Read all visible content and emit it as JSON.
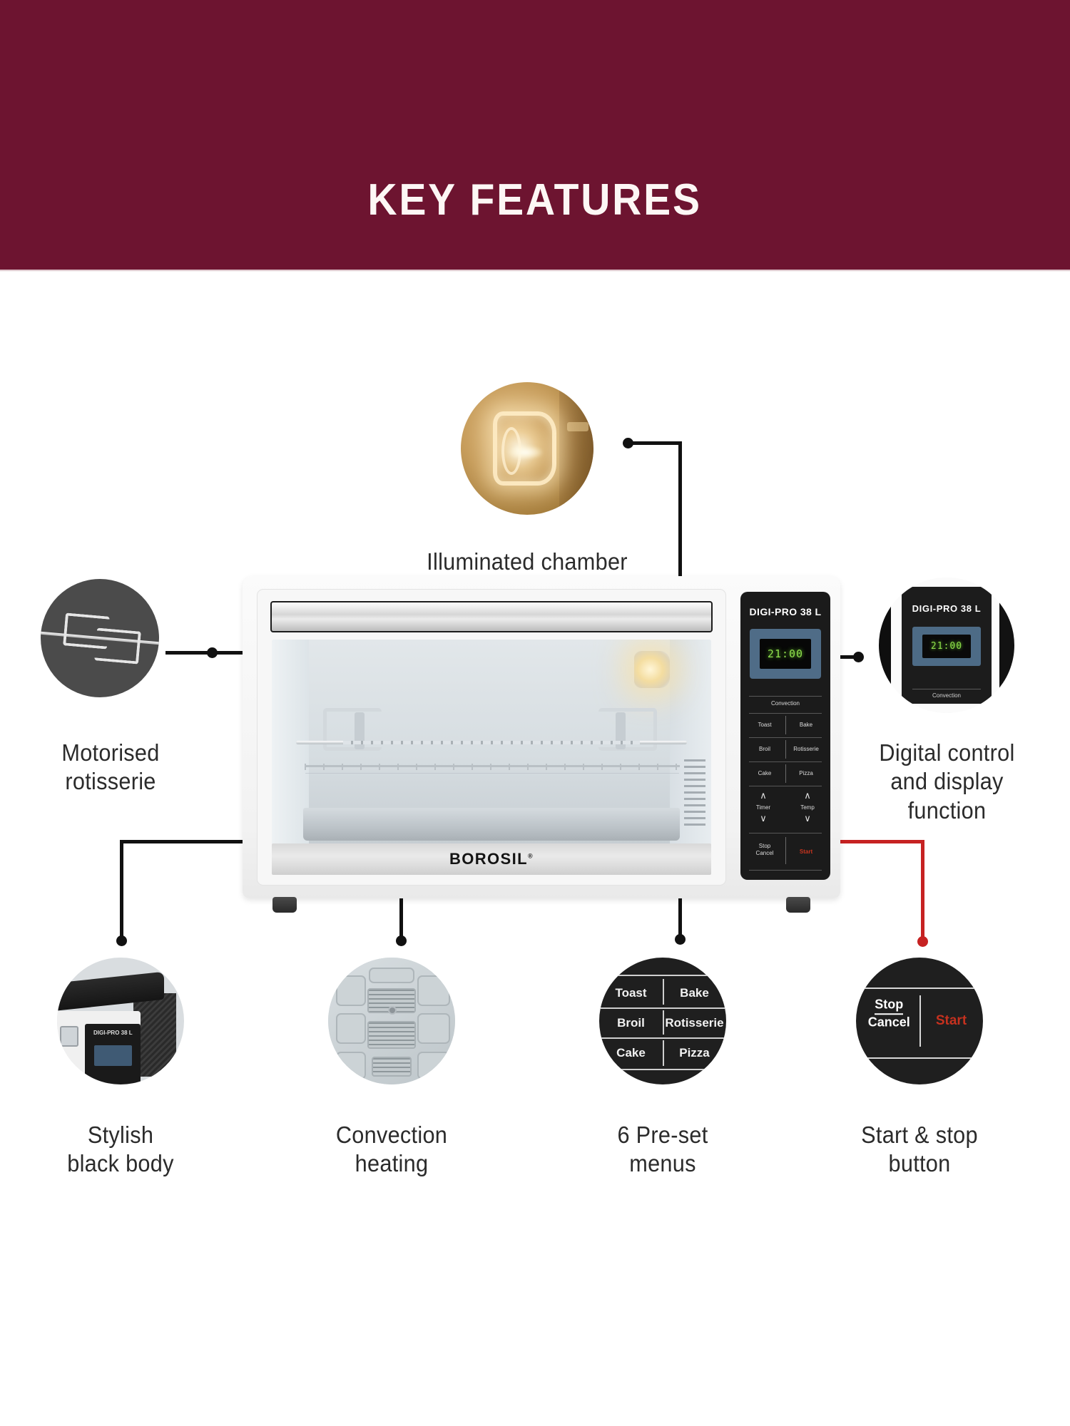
{
  "header": {
    "title": "KEY FEATURES",
    "bg_color": "#6d1430",
    "text_color": "#fdf7f5"
  },
  "product": {
    "brand": "BOROSIL",
    "brand_mark": "®",
    "model": "DIGI-PRO 38 L",
    "display_value": "21:00",
    "panel": {
      "convection": "Convection",
      "presets": [
        [
          "Toast",
          "Bake"
        ],
        [
          "Broil",
          "Rotisserie"
        ],
        [
          "Cake",
          "Pizza"
        ]
      ],
      "timer_label": "Timer",
      "temp_label": "Temp",
      "up_arrow": "∧",
      "down_arrow": "∨",
      "stop_line1": "Stop",
      "stop_line2": "Cancel",
      "start": "Start"
    }
  },
  "callouts": [
    {
      "id": "illuminated-chamber",
      "label": "Illuminated chamber",
      "icon": "oven-lamp-icon",
      "accent": "#111111"
    },
    {
      "id": "motorised-rotisserie",
      "label": "Motorised\nrotisserie",
      "icon": "rotisserie-spit-icon",
      "accent": "#111111"
    },
    {
      "id": "digital-control",
      "label": "Digital control\nand display\nfunction",
      "icon": "control-panel-icon",
      "accent": "#111111"
    },
    {
      "id": "stylish-black-body",
      "label": "Stylish\nblack body",
      "icon": "oven-body-icon",
      "accent": "#111111"
    },
    {
      "id": "convection-heating",
      "label": "Convection\nheating",
      "icon": "convection-vent-icon",
      "accent": "#111111"
    },
    {
      "id": "preset-menus",
      "label": "6 Pre-set\nmenus",
      "icon": "preset-grid-icon",
      "accent": "#111111"
    },
    {
      "id": "start-stop-button",
      "label": "Start & stop\nbutton",
      "icon": "start-stop-icon",
      "accent": "#c62222"
    }
  ],
  "zoom_circles": {
    "digital_control": {
      "model": "DIGI-PRO 38 L",
      "display_value": "21:00",
      "convection": "Convection"
    },
    "stylish_black_body": {
      "model": "DIGI-PRO 38 L"
    },
    "preset_menus": {
      "rows": [
        [
          "Toast",
          "Bake"
        ],
        [
          "Broil",
          "Rotisserie"
        ],
        [
          "Cake",
          "Pizza"
        ]
      ]
    },
    "start_stop": {
      "stop_line1": "Stop",
      "stop_line2": "Cancel",
      "start": "Start",
      "start_color": "#c5311f"
    }
  }
}
